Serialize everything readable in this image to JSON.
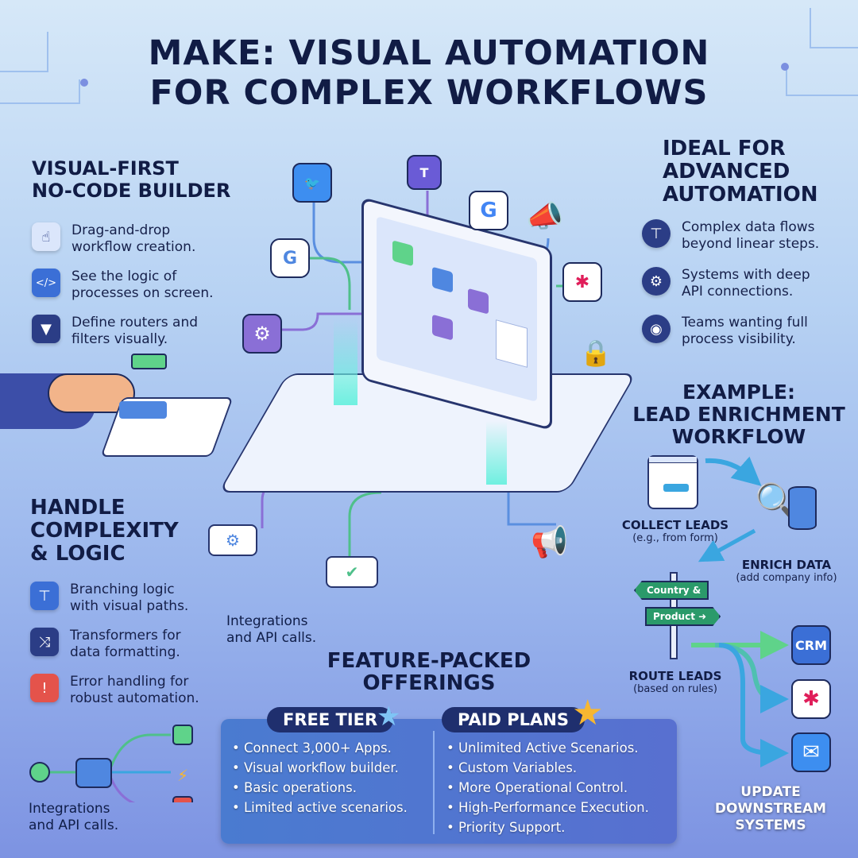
{
  "title": {
    "line1": "MAKE: VISUAL AUTOMATION",
    "line2": "FOR COMPLEX WORKFLOWS"
  },
  "visual_first": {
    "heading1": "VISUAL-FIRST",
    "heading2": "NO-CODE BUILDER",
    "items": [
      {
        "icon": "drag-drop-icon",
        "line1": "Drag-and-drop",
        "line2": "workflow creation."
      },
      {
        "icon": "code-window-icon",
        "line1": "See the logic of",
        "line2": "processes on screen."
      },
      {
        "icon": "filter-icon",
        "line1": "Define routers and",
        "line2": "filters visually."
      }
    ]
  },
  "complexity": {
    "heading1": "HANDLE",
    "heading2": "COMPLEXITY",
    "heading3": "& LOGIC",
    "items": [
      {
        "icon": "hierarchy-icon",
        "line1": "Branching logic",
        "line2": "with visual paths."
      },
      {
        "icon": "shuffle-icon",
        "line1": "Transformers for",
        "line2": "data formatting."
      },
      {
        "icon": "warning-icon",
        "line1": "Error handling for",
        "line2": "robust automation."
      }
    ],
    "caption1": "Integrations",
    "caption2": "and API calls."
  },
  "center": {
    "caption1": "Integrations",
    "caption2": "and API calls.",
    "apps": {
      "twitter": "twitter-icon",
      "teams": "T",
      "google": "G"
    }
  },
  "offerings": {
    "heading1": "FEATURE-PACKED",
    "heading2": "OFFERINGS",
    "free": {
      "label": "FREE TIER",
      "items": [
        "Connect 3,000+ Apps.",
        "Visual workflow builder.",
        "Basic operations.",
        "Limited active scenarios."
      ]
    },
    "paid": {
      "label": "PAID PLANS",
      "items": [
        "Unlimited Active Scenarios.",
        "Custom Variables.",
        "More Operational Control.",
        "High-Performance Execution.",
        "Priority Support."
      ]
    }
  },
  "ideal": {
    "heading1": "IDEAL FOR",
    "heading2": "ADVANCED",
    "heading3": "AUTOMATION",
    "items": [
      {
        "icon": "sitemap-icon",
        "line1": "Complex data flows",
        "line2": "beyond linear steps."
      },
      {
        "icon": "gear-icon",
        "line1": "Systems with deep",
        "line2": "API connections."
      },
      {
        "icon": "eye-icon",
        "line1": "Teams wanting full",
        "line2": "process visibility."
      }
    ]
  },
  "example": {
    "heading1": "EXAMPLE:",
    "heading2": "LEAD ENRICHMENT",
    "heading3": "WORKFLOW",
    "collect": {
      "title": "COLLECT LEADS",
      "sub": "(e.g., from form)"
    },
    "enrich": {
      "title": "ENRICH DATA",
      "sub": "(add company info)"
    },
    "sign1": "Country &",
    "sign2": "Product ➜",
    "route": {
      "title": "ROUTE LEADS",
      "sub": "(based on rules)"
    },
    "crm": "CRM",
    "update": {
      "line1": "UPDATE",
      "line2": "DOWNSTREAM",
      "line3": "SYSTEMS"
    }
  },
  "colors": {
    "navy": "#111c45",
    "accent_green": "#5fd38a",
    "accent_blue": "#3aa6e0",
    "star_gold": "#f7b731"
  }
}
